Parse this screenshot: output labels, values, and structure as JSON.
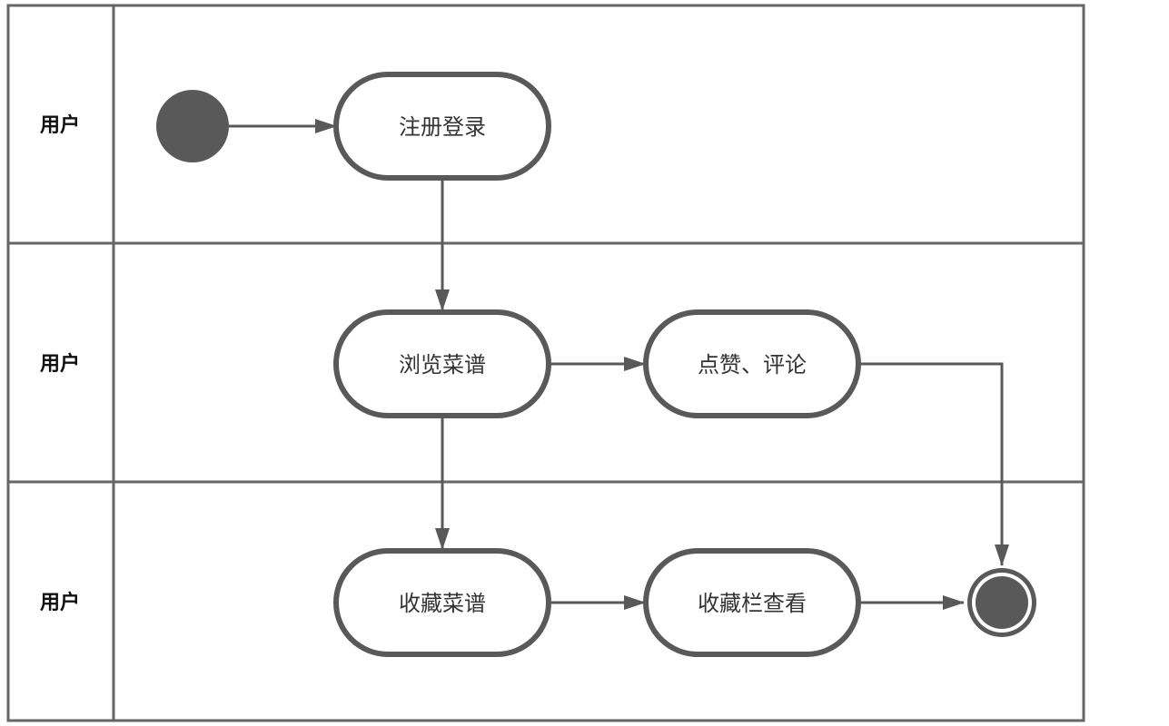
{
  "lanes": [
    {
      "label": "用户"
    },
    {
      "label": "用户"
    },
    {
      "label": "用户"
    }
  ],
  "nodes": {
    "register_login": {
      "label": "注册登录"
    },
    "browse_recipes": {
      "label": "浏览菜谱"
    },
    "like_comment": {
      "label": "点赞、评论"
    },
    "favorite_recipes": {
      "label": "收藏菜谱"
    },
    "view_favorites": {
      "label": "收藏栏查看"
    }
  },
  "colors": {
    "stroke": "#595959",
    "frame": "#666666",
    "terminal_fill": "#595959"
  }
}
